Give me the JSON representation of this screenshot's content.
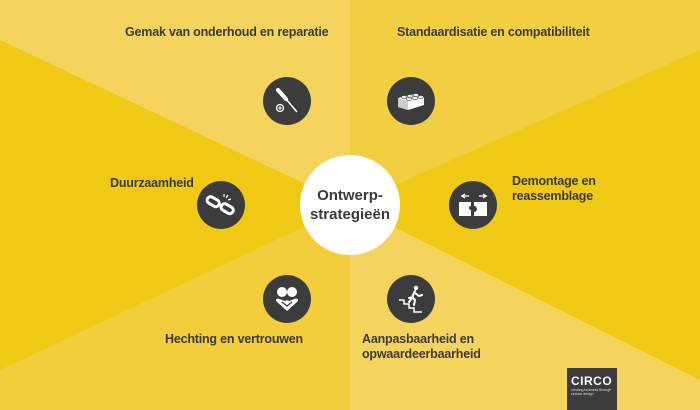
{
  "center": {
    "line1": "Ontwerp-",
    "line2": "strategieën"
  },
  "strategies": [
    {
      "label": "Gemak van onderhoud en reparatie",
      "icon": "screwdriver-icon"
    },
    {
      "label": "Standaardisatie en compatibiliteit",
      "icon": "lego-brick-icon"
    },
    {
      "label": "Duurzaamheid",
      "icon": "chain-icon"
    },
    {
      "label": "Demontage en",
      "label2": "reassemblage",
      "icon": "puzzle-icon"
    },
    {
      "label": "Hechting en vertrouwen",
      "icon": "hug-heart-icon"
    },
    {
      "label": "Aanpasbaarheid en",
      "label2": "opwaardeerbaarheid",
      "icon": "stairs-runner-icon"
    }
  ],
  "logo": {
    "name": "CIRCO",
    "tagline": "creating business through circular design"
  },
  "colors": {
    "light": "#f5d45e",
    "mid": "#f2cd3c",
    "dark": "#efc913",
    "icon_bg": "#3d3c3d"
  }
}
